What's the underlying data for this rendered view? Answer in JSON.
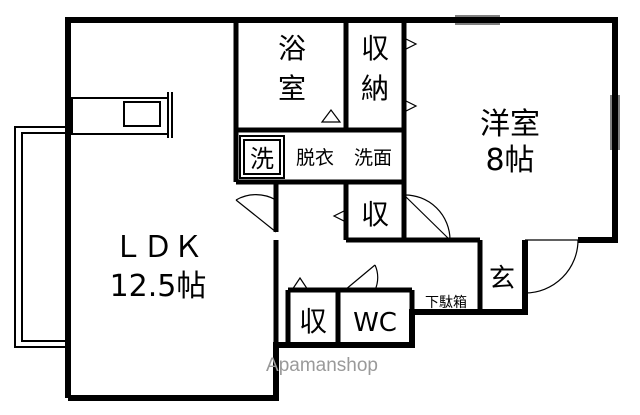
{
  "rooms": {
    "ldk": {
      "name": "ＬＤＫ",
      "size": "12.5帖"
    },
    "western": {
      "name": "洋室",
      "size": "8帖"
    },
    "bath": {
      "line1": "浴",
      "line2": "室"
    },
    "storage_top": {
      "line1": "収",
      "line2": "納"
    },
    "washer": "洗",
    "dressing": "脱衣",
    "washbasin": "洗面",
    "storage_mid": "収",
    "storage_bottom": "収",
    "toilet": "WC",
    "entrance": "玄",
    "shoe_box": "下駄箱"
  },
  "watermark": "Apamanshop",
  "colors": {
    "wall": "#000000",
    "background": "#ffffff",
    "watermark": "#9a9a9a"
  }
}
